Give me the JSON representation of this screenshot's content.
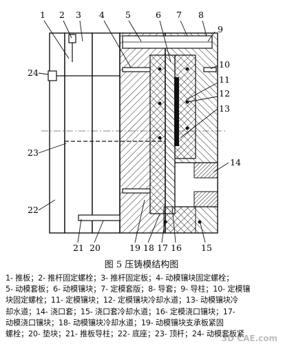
{
  "figure": {
    "callouts": [
      "1",
      "2",
      "3",
      "4",
      "5",
      "6",
      "7",
      "8",
      "9",
      "10",
      "11",
      "12",
      "13",
      "14",
      "15",
      "16",
      "17",
      "18",
      "19",
      "20",
      "21",
      "22",
      "23",
      "24"
    ]
  },
  "caption": "图 5   压铸模结构图",
  "legend": {
    "lines": [
      "1- 推板；2- 推杆固定螺栓；3- 推杆固定板；4- 动模镶块固定螺栓；",
      "5- 动模套板；6- 动模镶块；7- 定模套版；8- 导套；9- 导柱；10- 定模镶",
      "块固定螺栓；11- 定模镶块；12- 定模镶块冷却水道；13- 动模镶块冷",
      "却水道；14- 浇口套；15- 浇口套冷却水道；16- 定模浇口镶块；17-",
      "动模浇口镶块；18- 动模镶块冷却水道；19- 动模镶块支承板紧固",
      "螺栓；20- 垫块；21- 推板导柱；22- 底座；23- 顶杆；24- 动模套板紧"
    ]
  },
  "watermark": "3D CAE.com"
}
